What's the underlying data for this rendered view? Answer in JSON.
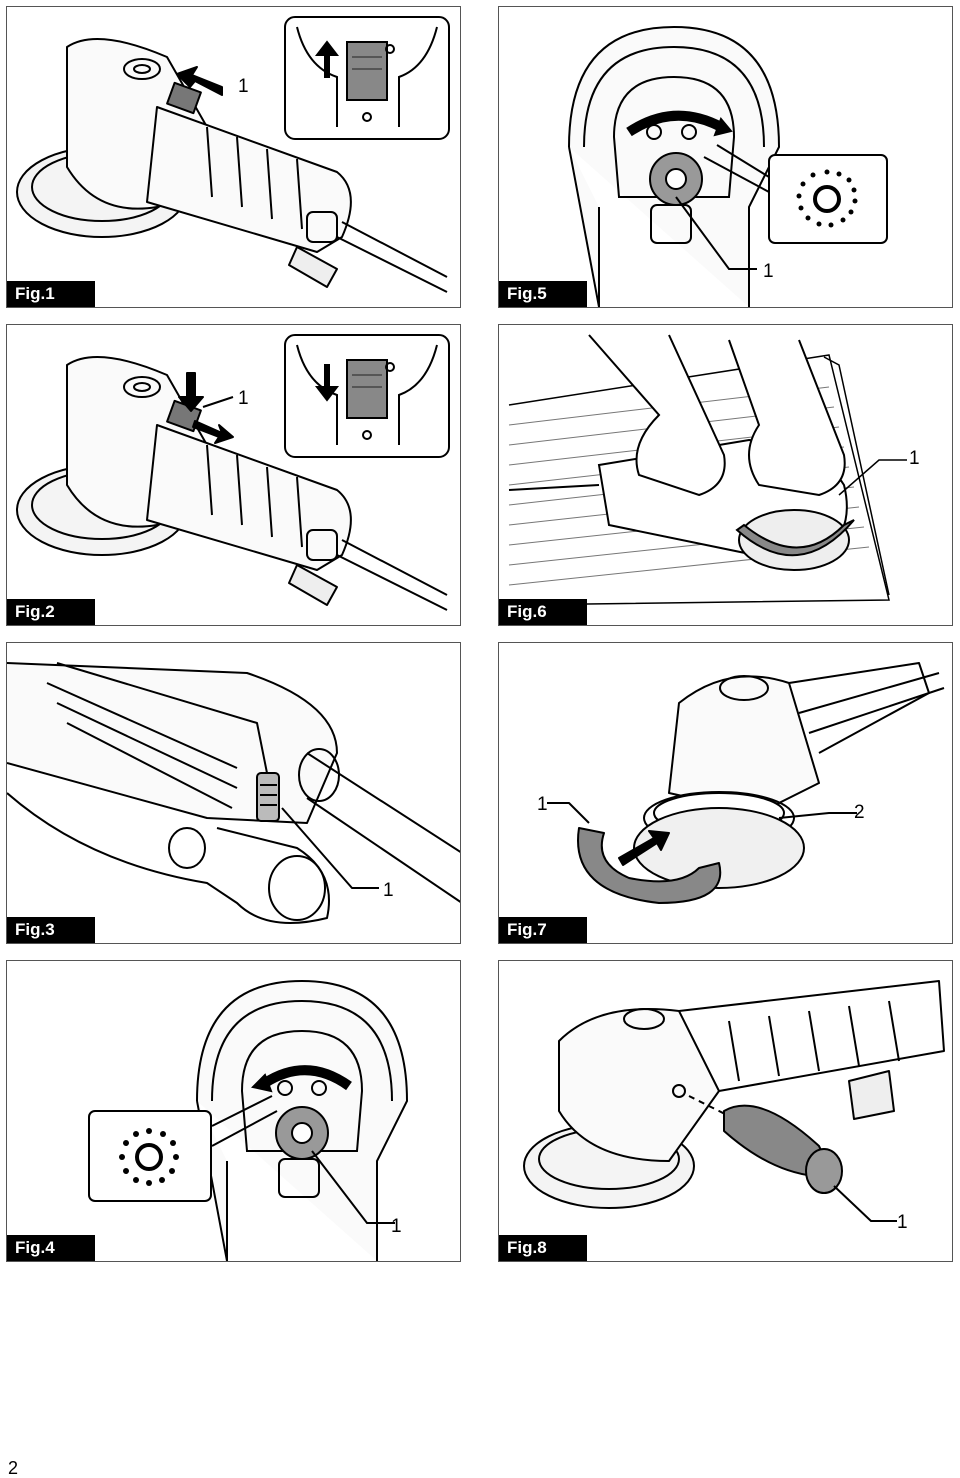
{
  "figures": [
    {
      "id": "fig1",
      "label": "Fig.1",
      "callouts": [
        "1"
      ]
    },
    {
      "id": "fig2",
      "label": "Fig.2",
      "callouts": [
        "1"
      ]
    },
    {
      "id": "fig3",
      "label": "Fig.3",
      "callouts": [
        "1"
      ]
    },
    {
      "id": "fig4",
      "label": "Fig.4",
      "callouts": [
        "1"
      ]
    },
    {
      "id": "fig5",
      "label": "Fig.5",
      "callouts": [
        "1"
      ]
    },
    {
      "id": "fig6",
      "label": "Fig.6",
      "callouts": [
        "1"
      ]
    },
    {
      "id": "fig7",
      "label": "Fig.7",
      "callouts": [
        "1",
        "2"
      ]
    },
    {
      "id": "fig8",
      "label": "Fig.8",
      "callouts": [
        "1"
      ]
    }
  ],
  "page_number": "2"
}
